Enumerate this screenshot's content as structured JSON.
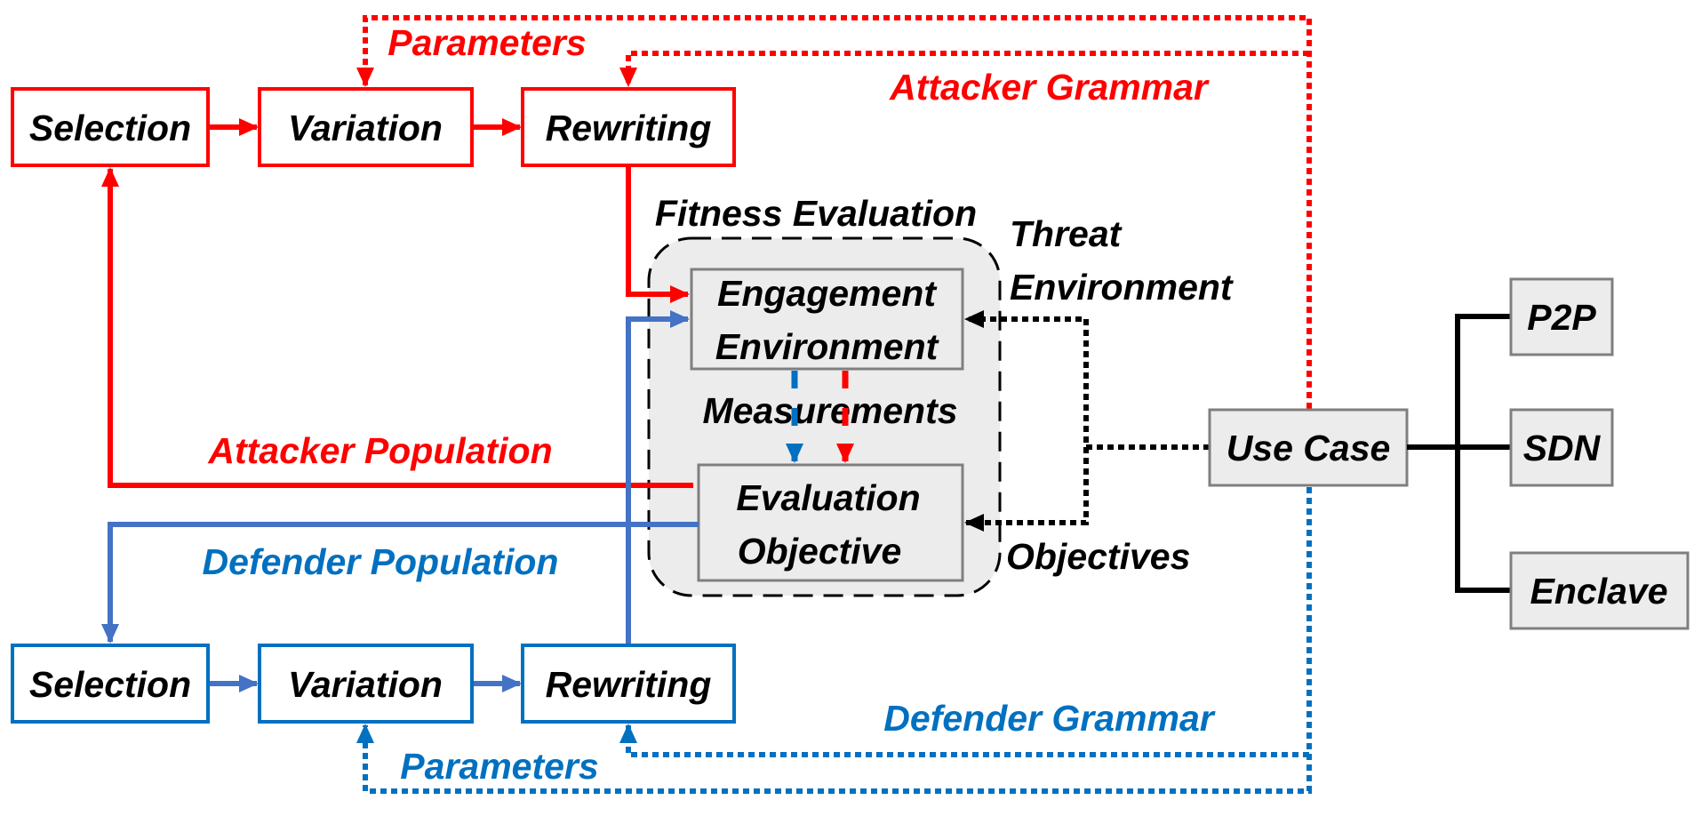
{
  "colors": {
    "attacker": "#ff0000",
    "defender_text": "#0070c0",
    "defender_line": "#4472c4",
    "black": "#000000",
    "box_fill": "#ececec",
    "box_stroke": "#7f7f7f",
    "fitness_fill": "#ececec"
  },
  "attacker": {
    "selection": "Selection",
    "variation": "Variation",
    "rewriting": "Rewriting",
    "parameters": "Parameters",
    "grammar": "Attacker Grammar",
    "population": "Attacker Population"
  },
  "defender": {
    "selection": "Selection",
    "variation": "Variation",
    "rewriting": "Rewriting",
    "parameters": "Parameters",
    "grammar": "Defender Grammar",
    "population": "Defender Population"
  },
  "fitness": {
    "title": "Fitness Evaluation",
    "engagement_line1": "Engagement",
    "engagement_line2": "Environment",
    "measurements": "Measurements",
    "evaluation_line1": "Evaluation",
    "evaluation_line2": "Objective"
  },
  "threat": {
    "line1": "Threat",
    "line2": "Environment",
    "objectives": "Objectives"
  },
  "use_case": {
    "label": "Use Case",
    "options": [
      "P2P",
      "SDN",
      "Enclave"
    ]
  }
}
